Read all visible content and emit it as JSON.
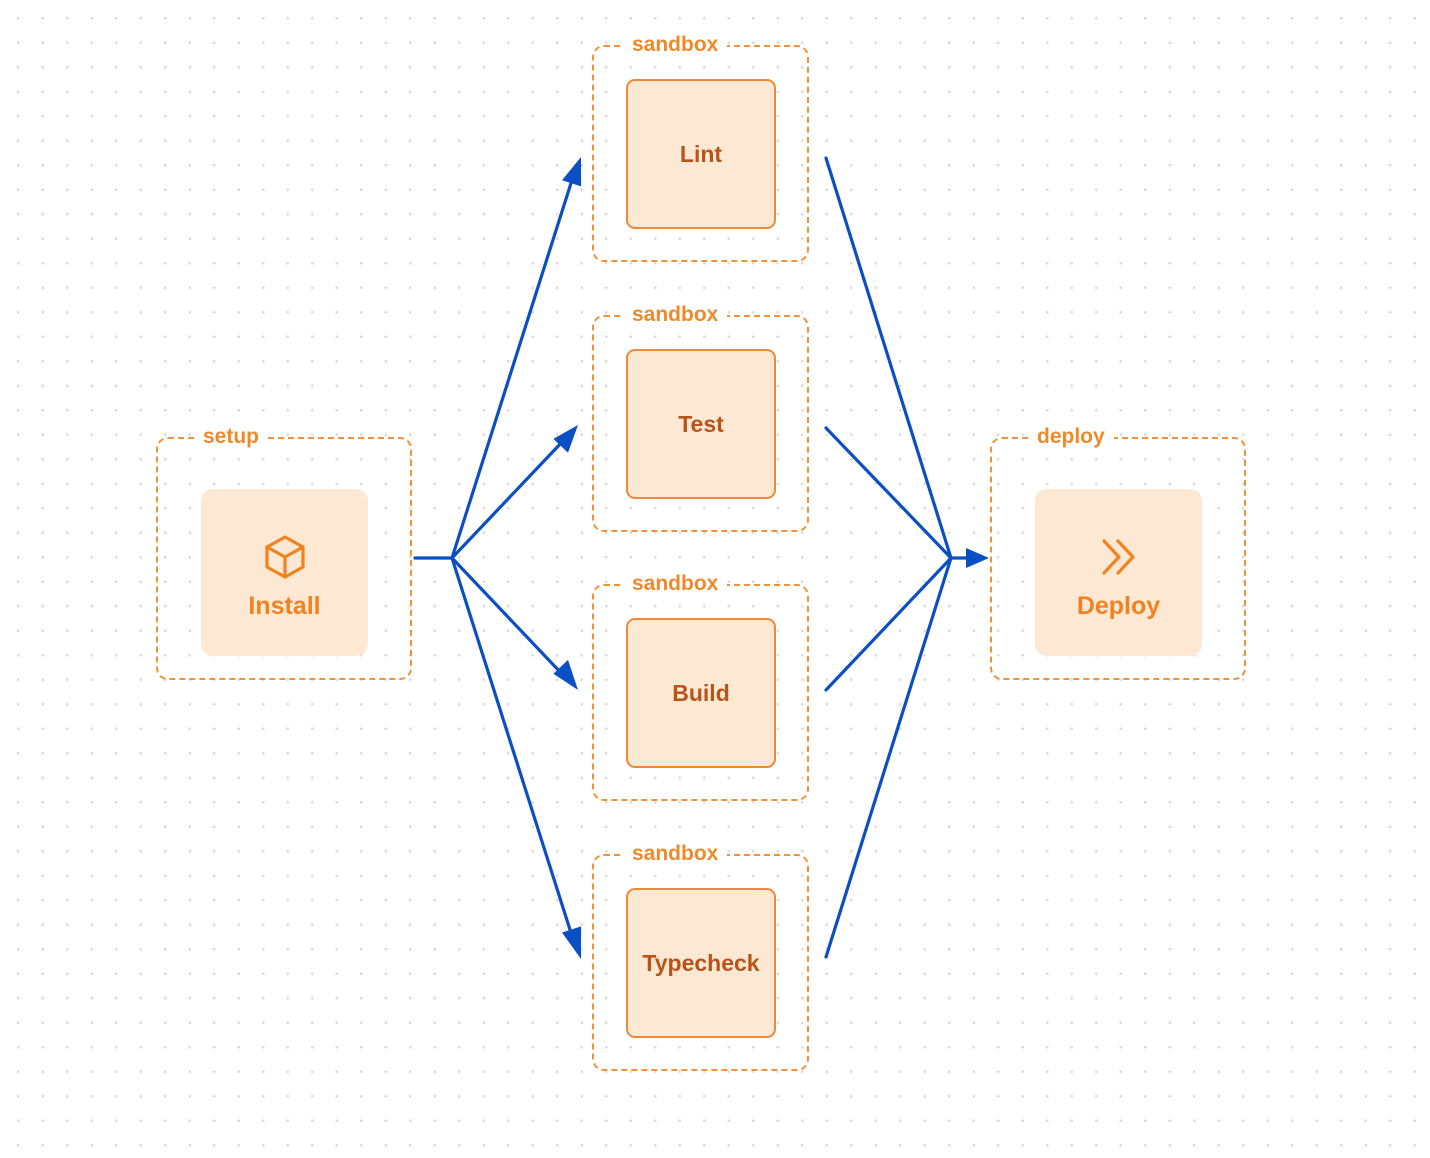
{
  "colors": {
    "background": "#ffffff",
    "grid_dot": "#dcdcdc",
    "group_border": "#f0923a",
    "group_label": "#ef8a2b",
    "task_fill": "#fde8d3",
    "task_border": "#ee8a37",
    "task_text": "#b8541a",
    "stage_text": "#f0831f",
    "edge": "#0b4fc4"
  },
  "setup": {
    "group_label": "setup",
    "node_label": "Install",
    "icon": "package-box-icon"
  },
  "parallel": [
    {
      "group_label": "sandbox",
      "node_label": "Lint"
    },
    {
      "group_label": "sandbox",
      "node_label": "Test"
    },
    {
      "group_label": "sandbox",
      "node_label": "Build"
    },
    {
      "group_label": "sandbox",
      "node_label": "Typecheck"
    }
  ],
  "deploy": {
    "group_label": "deploy",
    "node_label": "Deploy",
    "icon": "double-chevron-right-icon"
  },
  "edges": [
    {
      "from": "Install",
      "to": "Lint"
    },
    {
      "from": "Install",
      "to": "Test"
    },
    {
      "from": "Install",
      "to": "Build"
    },
    {
      "from": "Install",
      "to": "Typecheck"
    },
    {
      "from": "Lint",
      "to": "Deploy"
    },
    {
      "from": "Test",
      "to": "Deploy"
    },
    {
      "from": "Build",
      "to": "Deploy"
    },
    {
      "from": "Typecheck",
      "to": "Deploy"
    }
  ]
}
